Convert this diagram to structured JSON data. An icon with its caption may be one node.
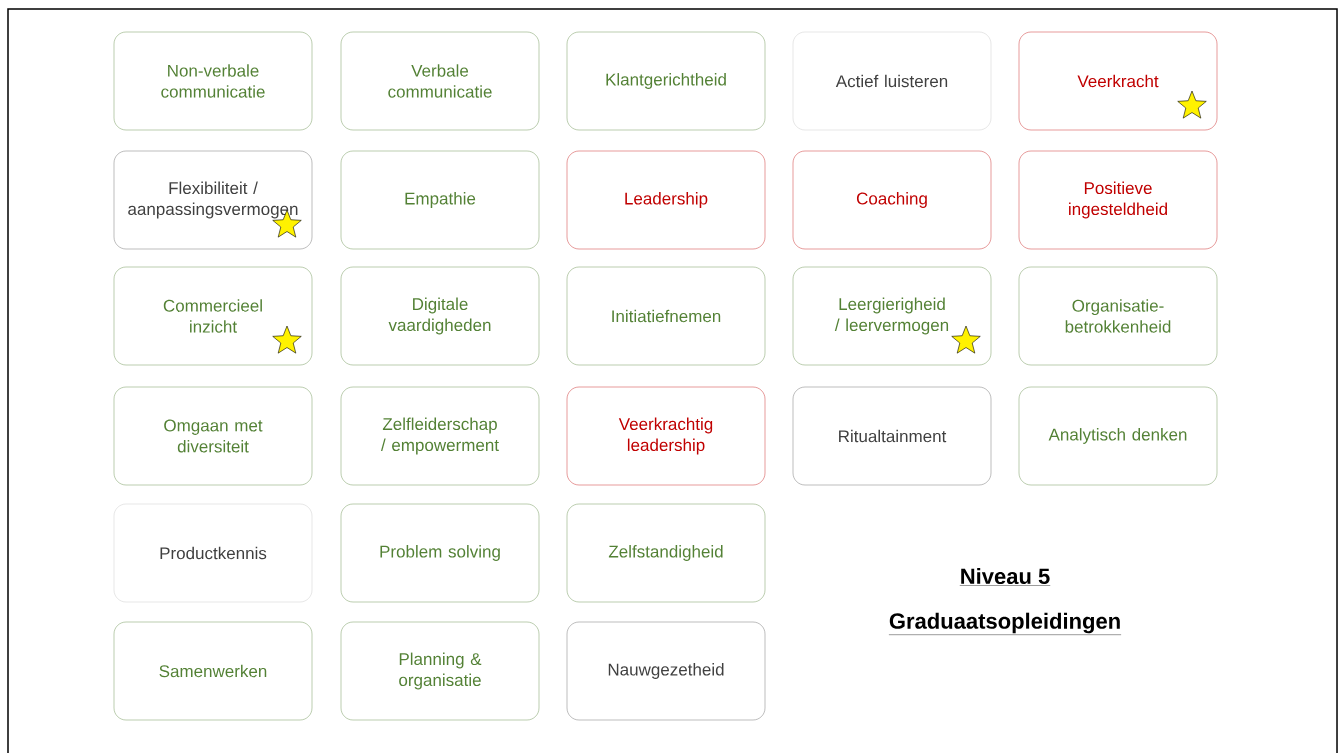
{
  "diagram": {
    "nodes": [
      {
        "text": [
          "Non-verbale communicatie"
        ]
      },
      {
        "text": [
          "Verbale communicatie"
        ]
      },
      {
        "text": [
          "Klantgerichtheid"
        ]
      },
      {
        "text": [
          "Actief luisteren"
        ]
      },
      {
        "text": [
          "Veerkracht"
        ]
      },
      {
        "text": [
          "Flexibiliteit / aanpassingsvermogen"
        ]
      },
      {
        "text": [
          "Empathie"
        ]
      },
      {
        "text": [
          "Leadership"
        ]
      },
      {
        "text": [
          "Coaching"
        ]
      },
      {
        "text": [
          "Positieve ingesteldheid"
        ]
      },
      {
        "text": [
          "Commercieel inzicht"
        ]
      },
      {
        "text": [
          "Digitale vaardigheden"
        ]
      },
      {
        "text": [
          "Initiatiefnemen"
        ]
      },
      {
        "text": [
          "Leergierigheid / leervermogen"
        ]
      },
      {
        "text": [
          "Organisatie-betrokkenheid"
        ]
      },
      {
        "text": [
          "Omgaan met diversiteit"
        ]
      },
      {
        "text": [
          "Zelfleiderschap / empowerment"
        ]
      },
      {
        "text": [
          "Veerkrachtig leadership"
        ]
      },
      {
        "text": [
          "Ritualtainment"
        ]
      },
      {
        "text": [
          "Analytisch denken"
        ]
      },
      {
        "text": [
          "Productkennis"
        ]
      },
      {
        "text": [
          "Problem solving"
        ]
      },
      {
        "text": [
          "Zelfstandigheid"
        ]
      },
      {
        "text": [
          "Samenwerken"
        ]
      },
      {
        "text": [
          "Planning & organisatie"
        ]
      },
      {
        "text": [
          "Nauwgezetheid"
        ]
      }
    ],
    "labels": [
      "Niveau 5",
      "Graduaatsopleidingen"
    ]
  }
}
